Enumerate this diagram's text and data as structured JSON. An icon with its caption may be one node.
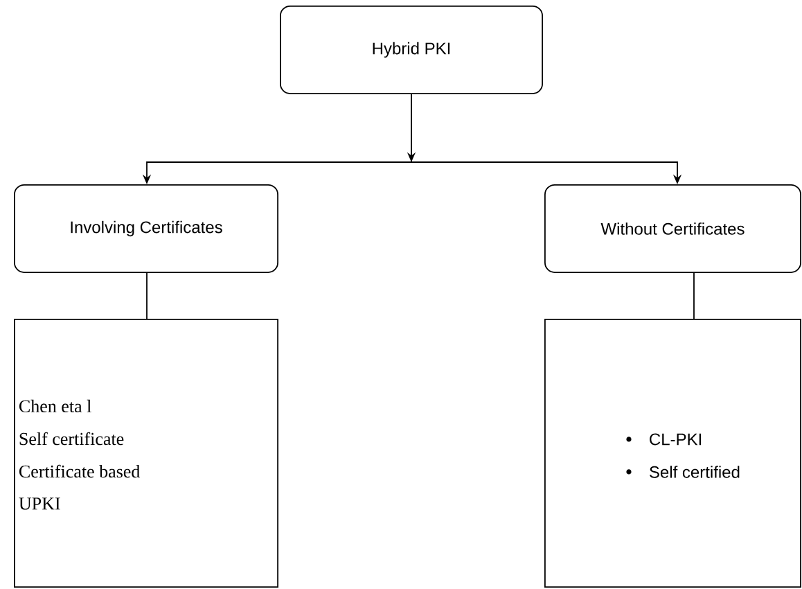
{
  "diagram": {
    "nodes": [
      {
        "text": [
          "Hybrid PKI"
        ]
      },
      {
        "text": [
          "Involving Certificates"
        ]
      },
      {
        "text": [
          "Without Certificates"
        ]
      },
      {
        "text": [
          "Chen eta l",
          "Self certificate",
          "Certificate based",
          "UPKI"
        ]
      },
      {
        "text": [
          "CL-PKI",
          "Self certified"
        ]
      }
    ],
    "edges": [
      {
        "from": 0,
        "to": 1,
        "arrow": "to"
      },
      {
        "from": 0,
        "to": 2,
        "arrow": "to"
      },
      {
        "from": 1,
        "to": 3,
        "arrow": "none"
      },
      {
        "from": 2,
        "to": 4,
        "arrow": "none"
      }
    ]
  }
}
